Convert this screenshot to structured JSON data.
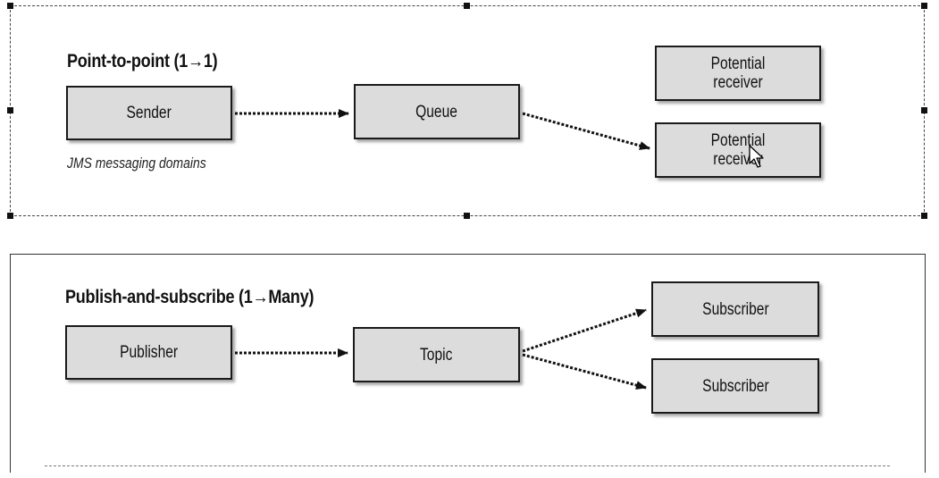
{
  "point_to_point": {
    "title": "Point-to-point (1→1)",
    "caption": "JMS messaging domains",
    "sender": "Sender",
    "queue": "Queue",
    "receiver_1": "Potential\nreceiver",
    "receiver_2": "Potential\nreceiver"
  },
  "publish_subscribe": {
    "title": "Publish-and-subscribe (1→Many)",
    "publisher": "Publisher",
    "topic": "Topic",
    "subscriber_1": "Subscriber",
    "subscriber_2": "Subscriber"
  },
  "colors": {
    "box_fill": "#dcdcdc",
    "box_border": "#1a1a1a",
    "arrow": "#111111"
  },
  "icons": {
    "cursor": "mouse-pointer-icon"
  }
}
